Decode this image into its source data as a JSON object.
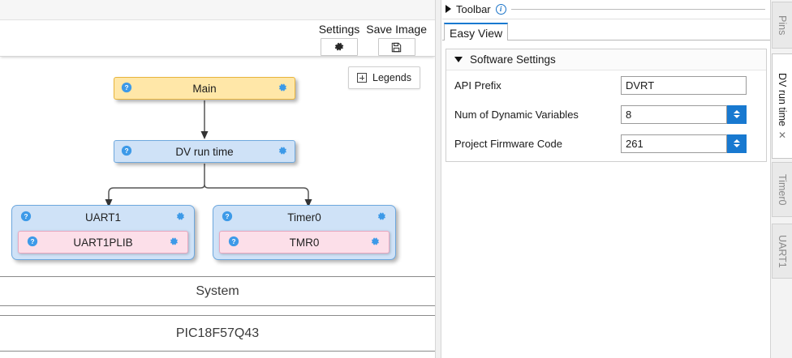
{
  "graph": {
    "toolbar": {
      "settings_label": "Settings",
      "settings_icon": "gear-icon",
      "save_image_label": "Save Image",
      "save_image_icon": "floppy-disk-icon"
    },
    "legends_label": "Legends",
    "legends_icon": "plus-box-icon",
    "nodes": {
      "main": {
        "title": "Main",
        "help_icon": "question-circle-icon",
        "gear_icon": "gear-icon",
        "color": "#ffe7a8"
      },
      "dv_run_time": {
        "title": "DV run time",
        "help_icon": "question-circle-icon",
        "gear_icon": "gear-icon",
        "color": "#cfe2f7"
      },
      "uart1": {
        "title": "UART1",
        "help_icon": "question-circle-icon",
        "gear_icon": "gear-icon",
        "color": "#cfe2f7"
      },
      "uart1plib": {
        "title": "UART1PLIB",
        "help_icon": "question-circle-icon",
        "gear_icon": "gear-icon",
        "color": "#fcdfe9"
      },
      "timer0": {
        "title": "Timer0",
        "help_icon": "question-circle-icon",
        "gear_icon": "gear-icon",
        "color": "#cfe2f7"
      },
      "tmr0": {
        "title": "TMR0",
        "help_icon": "question-circle-icon",
        "gear_icon": "gear-icon",
        "color": "#fcdfe9"
      }
    },
    "bars": [
      {
        "label": "System"
      },
      {
        "label": "PIC18F57Q43"
      }
    ]
  },
  "right_panel": {
    "toolbar": {
      "label": "Toolbar",
      "expander_icon": "triangle-right-icon",
      "info_icon": "info-circle-icon"
    },
    "tabs": [
      {
        "label": "Easy View",
        "active": true
      }
    ],
    "settings_group": {
      "title": "Software Settings",
      "expander_icon": "triangle-down-icon",
      "fields": [
        {
          "label": "API Prefix",
          "value": "DVRT",
          "type": "text"
        },
        {
          "label": "Num of Dynamic Variables",
          "value": "8",
          "type": "spinner"
        },
        {
          "label": "Project Firmware Code",
          "value": "261",
          "type": "spinner"
        }
      ]
    }
  },
  "side_tabs": [
    {
      "label": "Pins",
      "active": false,
      "closable": false
    },
    {
      "label": "DV run time",
      "active": true,
      "closable": true,
      "close_icon": "close-icon"
    },
    {
      "label": "Timer0",
      "active": false,
      "closable": false
    },
    {
      "label": "UART1",
      "active": false,
      "closable": false
    }
  ],
  "colors": {
    "accent": "#1879d0",
    "main_node": "#ffe7a8",
    "driver_node": "#cfe2f7",
    "plib_node": "#fcdfe9"
  }
}
